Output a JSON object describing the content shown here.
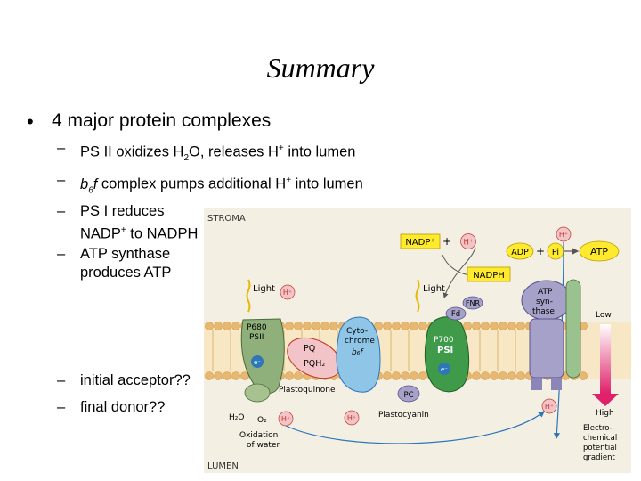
{
  "slide": {
    "title": "Summary",
    "bullet_main": "4 major protein complexes",
    "sub_items": [
      {
        "pre": "PS II oxidizes H",
        "sub": "2",
        "mid": "O, releases H",
        "sup": "+",
        "post": " into lumen"
      },
      {
        "ital": "b",
        "isub": "6",
        "ital2": "f",
        "post": " complex pumps additional H",
        "sup": "+",
        "post2": " into lumen"
      },
      {
        "line1": "PS I reduces",
        "line2a": "NADP",
        "sup": "+",
        "line2b": " to NADPH"
      },
      {
        "line1": "ATP synthase",
        "line2": "produces ATP"
      },
      {
        "text": "initial acceptor??"
      },
      {
        "text": "final donor??"
      }
    ]
  },
  "figure": {
    "stroma": "STROMA",
    "lumen": "LUMEN",
    "nadp": "NADP⁺",
    "plus1": "+",
    "h_plus": "H⁺",
    "nadph": "NADPH",
    "adp": "ADP",
    "plus2": "+",
    "pi": "Pi",
    "atp": "ATP",
    "light1": "Light",
    "light2": "Light",
    "p680": "P680",
    "psii": "PSII",
    "pq": "PQ",
    "pqh2": "PQH₂",
    "plastoquinone": "Plastoquinone",
    "cyto1": "Cyto-",
    "cyto2": "chrome",
    "cyto3": "b₆f",
    "p700": "P700",
    "psi": "PSI",
    "fnr": "FNR",
    "fd": "Fd",
    "pc": "PC",
    "plastocyanin": "Plastocyanin",
    "atp_syn1": "ATP",
    "atp_syn2": "syn-",
    "atp_syn3": "thase",
    "e_minus": "e⁻",
    "h2o": "H₂O",
    "o2": "O₂",
    "oxidation1": "Oxidation",
    "oxidation2": "of water",
    "low": "Low",
    "high": "High",
    "grad1": "Electro-",
    "grad2": "chemical",
    "grad3": "potential",
    "grad4": "gradient",
    "colors": {
      "membrane_head": "#e8c489",
      "membrane_tail": "#d9b06a",
      "psii": "#8fb07a",
      "cyto": "#8fc6e8",
      "psi": "#3f9a4a",
      "atp_syn": "#a6a1c9",
      "yellow_box": "#ffea2e",
      "red_arrow": "#e0206b",
      "blue_arrow": "#2d76b8",
      "h_circle": "#f2c3c7"
    }
  }
}
